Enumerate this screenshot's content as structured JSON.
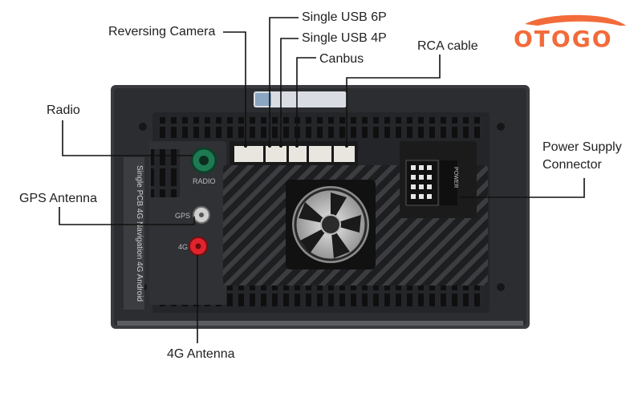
{
  "brand": {
    "logo_text": "OTOGO",
    "accent_color": "#f26b3a"
  },
  "callouts": {
    "reversing_camera": "Reversing Camera",
    "single_usb_6p": "Single USB 6P",
    "single_usb_4p": "Single USB 4P",
    "canbus": "Canbus",
    "rca_cable": "RCA cable",
    "radio": "Radio",
    "gps_antenna": "GPS Antenna",
    "power_supply_line1": "Power Supply",
    "power_supply_line2": "Connector",
    "antenna_4g": "4G Antenna"
  },
  "device": {
    "port_radio": "RADIO",
    "port_gps": "GPS",
    "port_4g": "4G",
    "port_power": "POWER",
    "sticker_text": "Single PCB 4G Navigation 4G Android"
  },
  "colors": {
    "body": "#2e2f32",
    "bezel": "#3a3b3e",
    "heatsink": "#1f2022",
    "radio_jack": "#1e7a52",
    "gps_jack": "#cfcfcf",
    "antenna_4g_jack": "#e0242c",
    "connector": "#e9e6e0",
    "leader": "#111111"
  }
}
